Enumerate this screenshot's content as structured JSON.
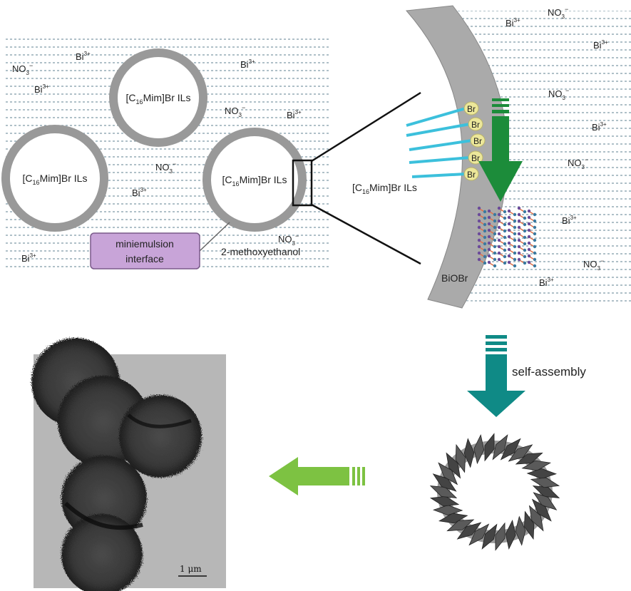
{
  "labels": {
    "droplet": "[C16Mim]Br ILs",
    "droplet_pre": "[C",
    "droplet_sub": "16",
    "droplet_post": "Mim]Br ILs",
    "interface_line1": "miniemulsion",
    "interface_line2": "interface",
    "solvent": "2-methoxyethanol",
    "bromide": "Br",
    "product": "BiOBr",
    "step": "self-assembly",
    "scale_bar": "1 μm"
  },
  "ions": {
    "bi": "Bi3+",
    "bi_base": "Bi",
    "bi_sup": "3+",
    "nitrate": "NO3−",
    "nitrate_base": "NO",
    "nitrate_sub": "3",
    "nitrate_sup": "−"
  },
  "colors": {
    "dash_lines": "#7f9aa6",
    "droplet_ring": "#999999",
    "shell": "#aaaaaa",
    "tails": "#3cc0dc",
    "heads": "#ece79a",
    "arrow_green": "#1c8c3a",
    "arrow_teal": "#0f8a86",
    "arrow_lime": "#7dc242",
    "interface_box": "#c8a4d8"
  }
}
